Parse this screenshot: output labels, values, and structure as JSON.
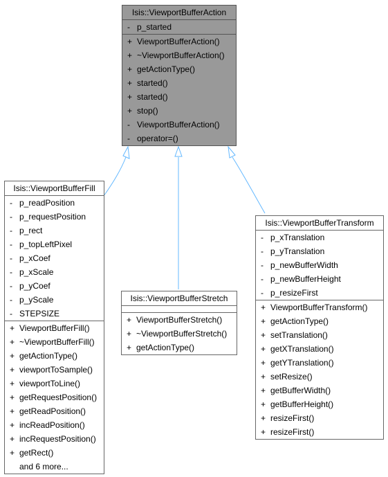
{
  "classes": {
    "action": {
      "name": "Isis::ViewportBufferAction",
      "attributes": [
        {
          "vis": "-",
          "name": "p_started"
        }
      ],
      "methods": [
        {
          "vis": "+",
          "name": "ViewportBufferAction()"
        },
        {
          "vis": "+",
          "name": "~ViewportBufferAction()"
        },
        {
          "vis": "+",
          "name": "getActionType()"
        },
        {
          "vis": "+",
          "name": "started()"
        },
        {
          "vis": "+",
          "name": "started()"
        },
        {
          "vis": "+",
          "name": "stop()"
        },
        {
          "vis": "-",
          "name": "ViewportBufferAction()"
        },
        {
          "vis": "-",
          "name": "operator=()"
        }
      ]
    },
    "fill": {
      "name": "Isis::ViewportBufferFill",
      "attributes": [
        {
          "vis": "-",
          "name": "p_readPosition"
        },
        {
          "vis": "-",
          "name": "p_requestPosition"
        },
        {
          "vis": "-",
          "name": "p_rect"
        },
        {
          "vis": "-",
          "name": "p_topLeftPixel"
        },
        {
          "vis": "-",
          "name": "p_xCoef"
        },
        {
          "vis": "-",
          "name": "p_xScale"
        },
        {
          "vis": "-",
          "name": "p_yCoef"
        },
        {
          "vis": "-",
          "name": "p_yScale"
        },
        {
          "vis": "-",
          "name": "STEPSIZE"
        }
      ],
      "methods": [
        {
          "vis": "+",
          "name": "ViewportBufferFill()"
        },
        {
          "vis": "+",
          "name": "~ViewportBufferFill()"
        },
        {
          "vis": "+",
          "name": "getActionType()"
        },
        {
          "vis": "+",
          "name": "viewportToSample()"
        },
        {
          "vis": "+",
          "name": "viewportToLine()"
        },
        {
          "vis": "+",
          "name": "getRequestPosition()"
        },
        {
          "vis": "+",
          "name": "getReadPosition()"
        },
        {
          "vis": "+",
          "name": "incReadPosition()"
        },
        {
          "vis": "+",
          "name": "incRequestPosition()"
        },
        {
          "vis": "+",
          "name": "getRect()"
        }
      ],
      "more": "and 6 more..."
    },
    "stretch": {
      "name": "Isis::ViewportBufferStretch",
      "attributes": [],
      "methods": [
        {
          "vis": "+",
          "name": "ViewportBufferStretch()"
        },
        {
          "vis": "+",
          "name": "~ViewportBufferStretch()"
        },
        {
          "vis": "+",
          "name": "getActionType()"
        }
      ]
    },
    "transform": {
      "name": "Isis::ViewportBufferTransform",
      "attributes": [
        {
          "vis": "-",
          "name": "p_xTranslation"
        },
        {
          "vis": "-",
          "name": "p_yTranslation"
        },
        {
          "vis": "-",
          "name": "p_newBufferWidth"
        },
        {
          "vis": "-",
          "name": "p_newBufferHeight"
        },
        {
          "vis": "-",
          "name": "p_resizeFirst"
        }
      ],
      "methods": [
        {
          "vis": "+",
          "name": "ViewportBufferTransform()"
        },
        {
          "vis": "+",
          "name": "getActionType()"
        },
        {
          "vis": "+",
          "name": "setTranslation()"
        },
        {
          "vis": "+",
          "name": "getXTranslation()"
        },
        {
          "vis": "+",
          "name": "getYTranslation()"
        },
        {
          "vis": "+",
          "name": "setResize()"
        },
        {
          "vis": "+",
          "name": "getBufferWidth()"
        },
        {
          "vis": "+",
          "name": "getBufferHeight()"
        },
        {
          "vis": "+",
          "name": "resizeFirst()"
        },
        {
          "vis": "+",
          "name": "resizeFirst()"
        }
      ]
    }
  },
  "colors": {
    "base_fill": "#999999",
    "edge": "#63b8ff"
  }
}
